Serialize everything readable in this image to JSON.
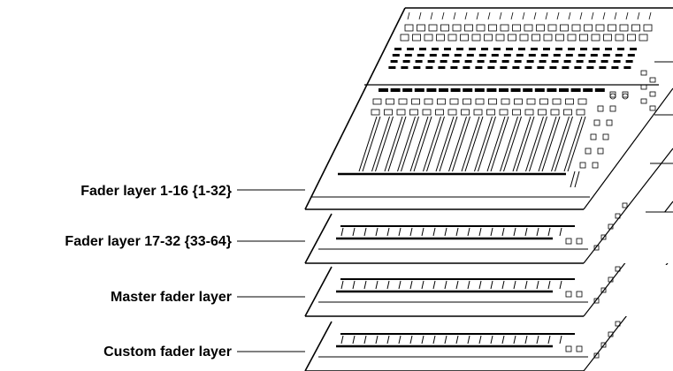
{
  "diagram": {
    "layers": [
      {
        "label": "Fader layer 1-16 {1-32}"
      },
      {
        "label": "Fader layer 17-32 {33-64}"
      },
      {
        "label": "Master fader layer"
      },
      {
        "label": "Custom fader layer"
      }
    ]
  }
}
